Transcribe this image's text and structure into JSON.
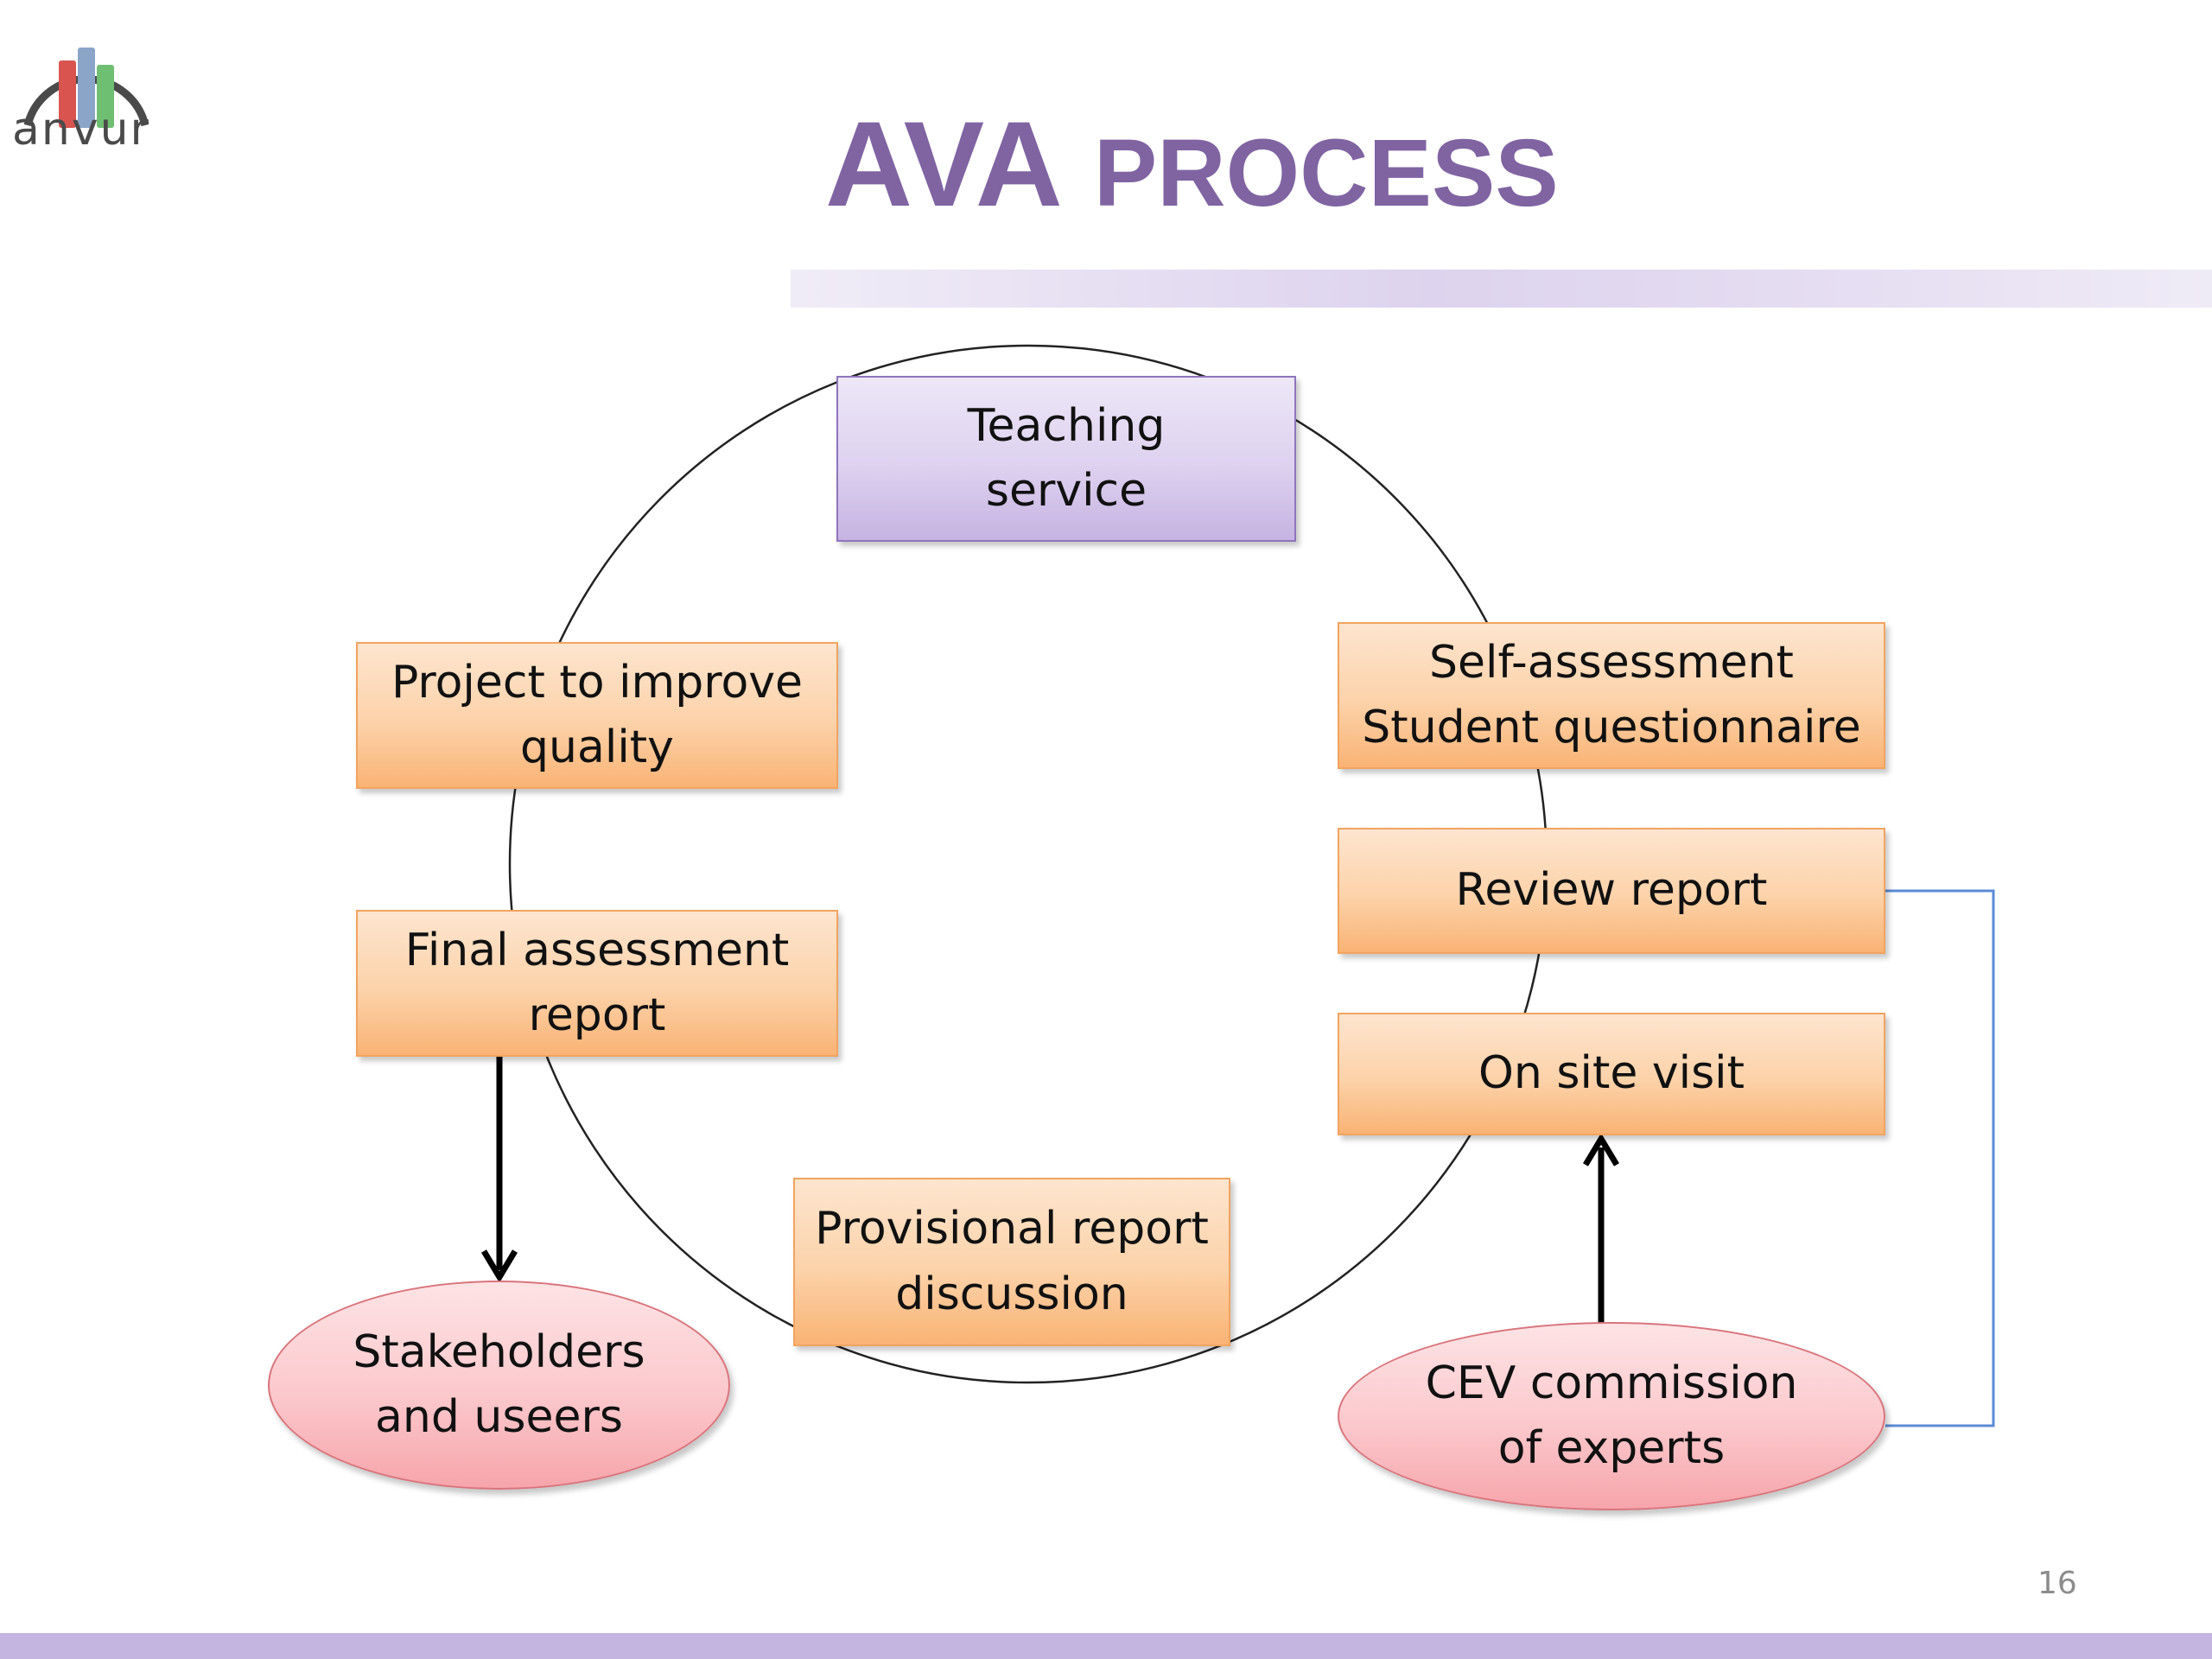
{
  "logo": {
    "text": "anvur",
    "bar_colors": [
      "#d9534f",
      "#8aa5c8",
      "#6fbf73"
    ]
  },
  "title": {
    "main": "AVA",
    "sub": "PROCESS",
    "color": "#8064a2"
  },
  "nodes": {
    "teaching_service": "Teaching\nservice",
    "self_assessment": "Self-assessment\nStudent questionnaire",
    "review_report": "Review report",
    "on_site_visit": "On site visit",
    "provisional_report": "Provisional report\ndiscussion",
    "final_assessment": "Final assessment\nreport",
    "project_improve": "Project to improve\nquality",
    "stakeholders": "Stakeholders\nand useers",
    "cev_commission": "CEV commission\nof experts"
  },
  "colors": {
    "process_box": "#fbc896",
    "start_box": "#d9cdee",
    "actor_ellipse": "#fbc8cc",
    "feedback_line": "#5b8bd6"
  },
  "page_number": "16"
}
